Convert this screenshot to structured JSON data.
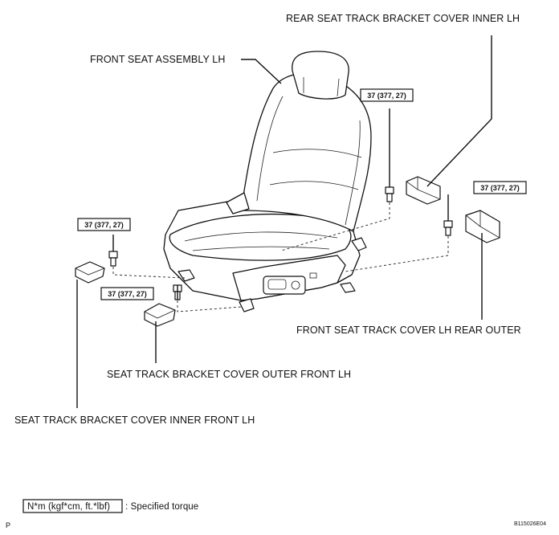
{
  "labels": {
    "rear_cover_inner": "REAR SEAT TRACK BRACKET COVER INNER LH",
    "front_seat_assembly": "FRONT SEAT ASSEMBLY LH",
    "front_track_rear_outer": "FRONT SEAT TRACK COVER LH REAR OUTER",
    "cover_outer_front": "SEAT TRACK BRACKET COVER OUTER FRONT LH",
    "cover_inner_front": "SEAT TRACK BRACKET COVER INNER FRONT LH"
  },
  "torque": {
    "rear_inner": "37 (377, 27)",
    "rear_outer": "37 (377, 27)",
    "front_inner": "37 (377, 27)",
    "front_outer": "37 (377, 27)"
  },
  "legend": {
    "unit_box": "N*m (kgf*cm, ft.*lbf)",
    "description": ": Specified torque"
  },
  "corner_mark": "P",
  "figure_id": "B115026E04"
}
